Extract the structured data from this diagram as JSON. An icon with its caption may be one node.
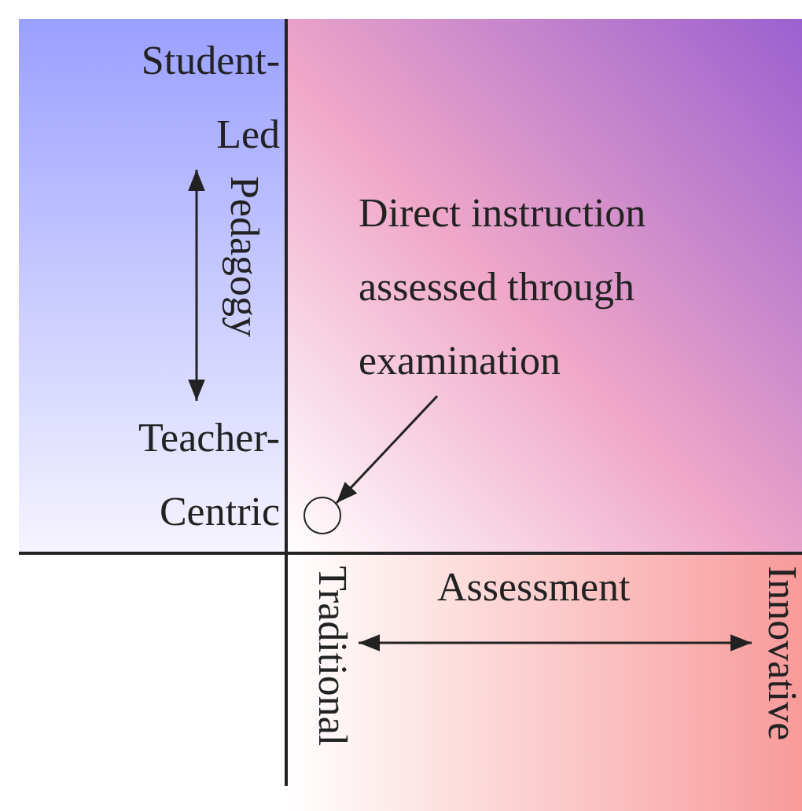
{
  "diagram": {
    "nodes": [
      {
        "text": [
          "Direct instruction assessed through examination"
        ]
      },
      {
        "text": [],
        "shape": "circle"
      }
    ],
    "edges": [
      {
        "from": 0,
        "to": 1,
        "arrow": "to"
      }
    ],
    "labels": [
      "Student-Led",
      "Pedagogy",
      "Teacher-Centric",
      "Assessment",
      "Traditional",
      "Innovative"
    ]
  }
}
